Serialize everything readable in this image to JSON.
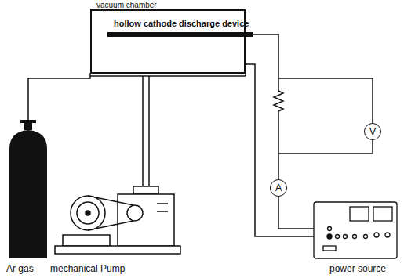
{
  "diagram": {
    "nodes": [
      {
        "text": [
          "vacuum chamber"
        ]
      },
      {
        "text": [
          "hollow cathode discharge device"
        ],
        "in": 0
      },
      {
        "text": [
          "V"
        ]
      },
      {
        "text": [
          "A"
        ]
      }
    ],
    "edges": [
      {
        "from": 1,
        "to": 3,
        "arrow": "none"
      }
    ],
    "labels": [
      "Ar gas",
      "mechanical Pump",
      "power source"
    ]
  }
}
